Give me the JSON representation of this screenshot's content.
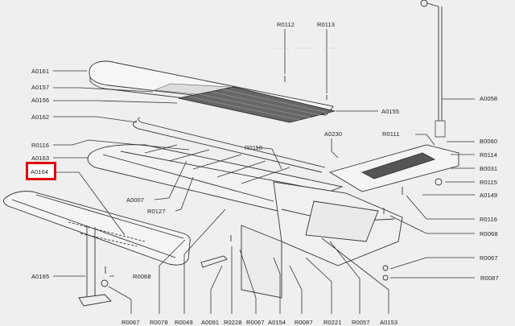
{
  "diagram": {
    "type": "exploded-parts-diagram",
    "subject": "ironing table assembly",
    "highlighted_part": "A0164",
    "highlight_color": "#e0000f",
    "labels": {
      "R0112": "R0112",
      "R0113": "R0113",
      "A0161": "A0161",
      "A0157": "A0157",
      "A0156": "A0156",
      "A0155": "A0155",
      "A0058": "A0058",
      "A0162": "A0162",
      "A0230": "A0230",
      "R0111": "R0111",
      "B0060": "B0060",
      "R0116_left": "R0116",
      "R0110": "R0110",
      "R0114": "R0114",
      "A0163": "A0163",
      "B0031": "B0031",
      "A0164": "A0164",
      "R0115": "R0115",
      "A0007": "A0007",
      "A0149": "A0149",
      "R0127": "R0127",
      "R0116_right": "R0116",
      "R0068_right": "R0068",
      "R0067_right": "R0067",
      "A0165": "A0165",
      "R0068_left": "R0068",
      "R0087_right": "R0087",
      "R0067_b1": "R0067",
      "R0078": "R0078",
      "R0049": "R0049",
      "A0091": "A0091",
      "R0228": "R0228",
      "R0067_b2": "R0067",
      "A0154": "A0154",
      "R0087_b": "R0087",
      "R0221": "R0221",
      "R0057": "R0057",
      "A0153": "A0153"
    }
  }
}
